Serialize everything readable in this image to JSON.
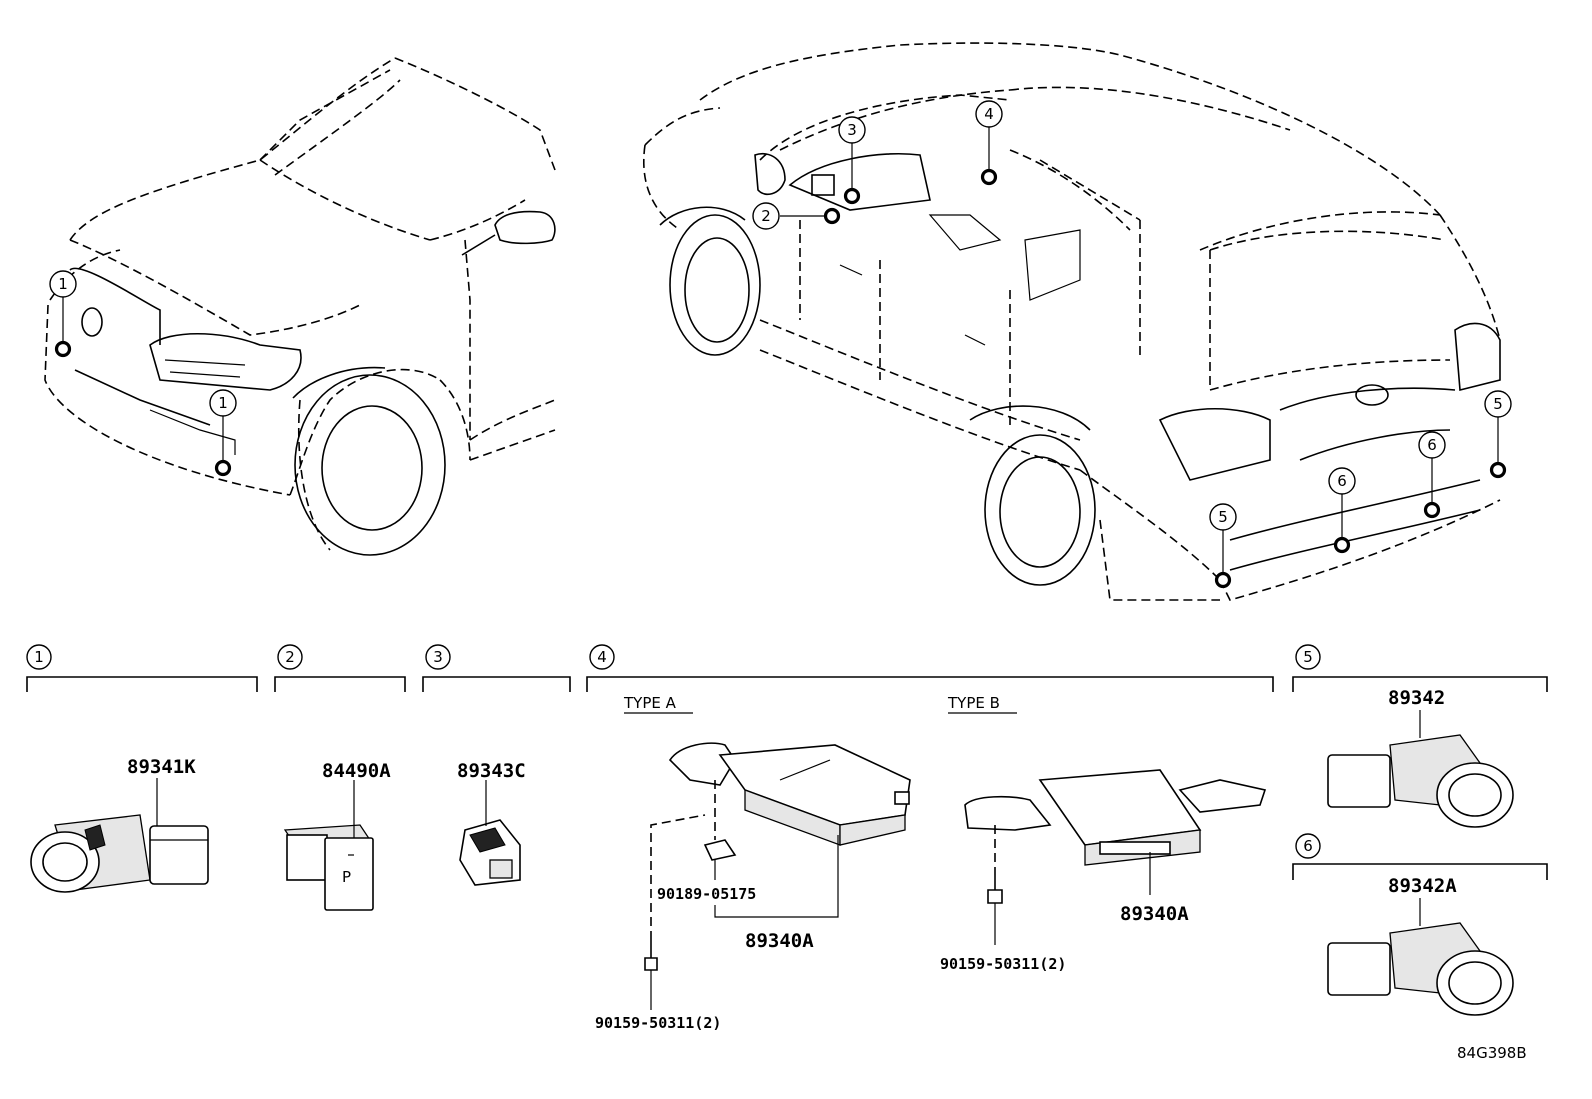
{
  "figure_code": "84G398B",
  "callouts": {
    "c1": "1",
    "c2": "2",
    "c3": "3",
    "c4": "4",
    "c5": "5",
    "c6": "6"
  },
  "type_labels": {
    "type_a": "TYPE A",
    "type_b": "TYPE B"
  },
  "parts": {
    "front_sensor": "89341K",
    "park_switch": "84490A",
    "buzzer": "89343C",
    "module_a": "89340A",
    "module_b": "89340A",
    "nut": "90189-05175",
    "bolt_a": "90159-50311(2)",
    "bolt_b": "90159-50311(2)",
    "rear_corner_sensor": "89342",
    "rear_center_sensor": "89342A"
  },
  "switch_text": "P"
}
